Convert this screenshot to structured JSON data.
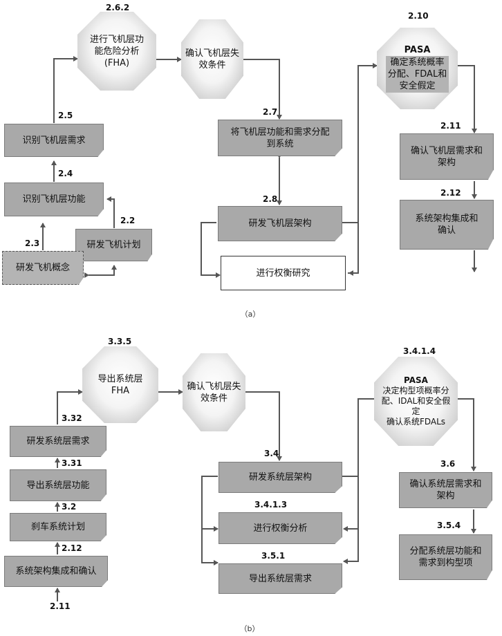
{
  "diagram_a": {
    "caption": "（a）",
    "nodes": {
      "fha": "进行飞机层功\n能危险分析\n(FHA)",
      "failure": "确认飞机层失\n效条件",
      "pasa_title": "PASA",
      "pasa_body": "确定系统概率\n分配、FDAL和\n安全假定",
      "req": "识别飞机层需求",
      "func": "识别飞机层功能",
      "plan": "研发飞机计划",
      "concept": "研发飞机概念",
      "allocate": "将飞机层功能和需求分配\n到系统",
      "arch": "研发飞机层架构",
      "tradeoff": "进行权衡研究",
      "confirm": "确认飞机层需求和\n架构",
      "integrate": "系统架构集成和\n确认"
    },
    "labels": {
      "l262": "2.6.2",
      "l25": "2.5",
      "l24": "2.4",
      "l23": "2.3",
      "l22": "2.2",
      "l27": "2.7",
      "l28": "2.8",
      "l210": "2.10",
      "l211": "2.11",
      "l212": "2.12"
    }
  },
  "diagram_b": {
    "caption": "（b）",
    "nodes": {
      "fha": "导出系统层\nFHA",
      "failure": "确认飞机层失\n效条件",
      "pasa_title": "PASA",
      "pasa_body": "决定构型项概率分\n配、IDAL和安全假\n定\n确认系统FDALs",
      "sysreq": "研发系统层需求",
      "sysfunc": "导出系统层功能",
      "brake": "刹车系统计划",
      "integrate": "系统架构集成和确认",
      "arch": "研发系统层架构",
      "tradeoff": "进行权衡分析",
      "derive": "导出系统层需求",
      "confirm": "确认系统层需求和\n架构",
      "allocate": "分配系统层功能和\n需求到构型项"
    },
    "labels": {
      "l335": "3.3.5",
      "l332": "3.32",
      "l331": "3.31",
      "l32": "3.2",
      "l212": "2.12",
      "l211": "2.11",
      "l34": "3.4",
      "l3413": "3.4.1.3",
      "l351": "3.5.1",
      "l3414": "3.4.1.4",
      "l36": "3.6",
      "l354": "3.5.4"
    }
  }
}
